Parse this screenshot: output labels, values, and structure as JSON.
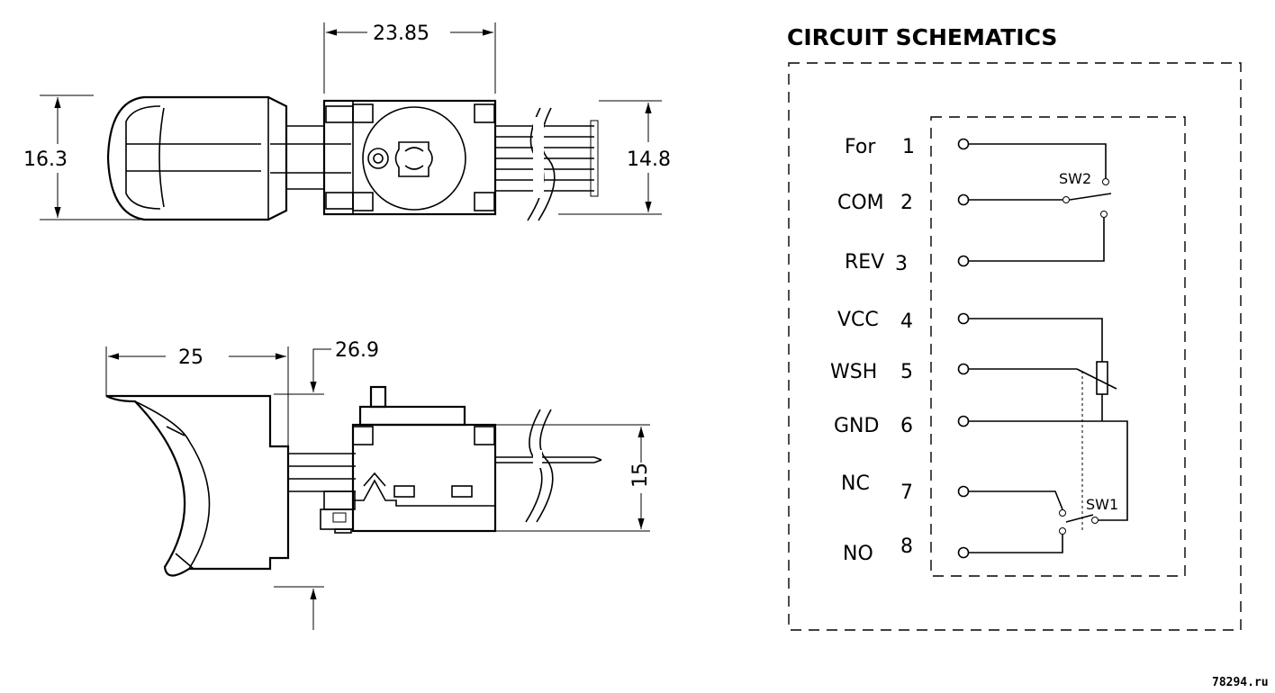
{
  "dimensions": {
    "top_width": "23.85",
    "top_height_left": "16.3",
    "top_height_right": "14.8",
    "side_width": "25",
    "side_offset": "26.9",
    "side_height": "15"
  },
  "schematic": {
    "title": "CIRCUIT SCHEMATICS",
    "pins": [
      {
        "label": "For",
        "num": "1"
      },
      {
        "label": "COM",
        "num": "2"
      },
      {
        "label": "REV",
        "num": "3"
      },
      {
        "label": "VCC",
        "num": "4"
      },
      {
        "label": "WSH",
        "num": "5"
      },
      {
        "label": "GND",
        "num": "6"
      },
      {
        "label": "NC",
        "num": "7"
      },
      {
        "label": "NO",
        "num": "8"
      }
    ],
    "switch_2": "SW2",
    "switch_1": "SW1"
  },
  "watermark": "78294.ru"
}
